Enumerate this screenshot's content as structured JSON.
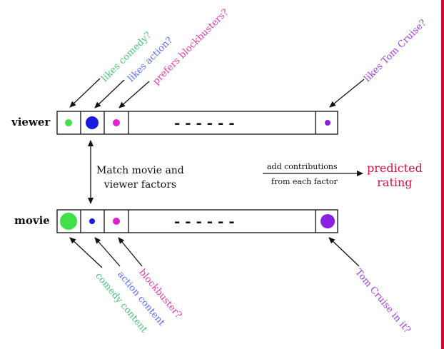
{
  "rows": {
    "viewer_label": "viewer",
    "movie_label": "movie"
  },
  "separator": "- - - - - -",
  "viewer_annotations": [
    {
      "text": "likes comedy?",
      "color": "#4fc07a"
    },
    {
      "text": "likes action?",
      "color": "#5a6cf0"
    },
    {
      "text": "prefers blockbusters?",
      "color": "#e03aa5"
    },
    {
      "text": "likes Tom Cruise?",
      "color": "#9b3fd6"
    }
  ],
  "movie_annotations": [
    {
      "text": "comedy content",
      "color": "#4fc07a"
    },
    {
      "text": "action content",
      "color": "#5a6cf0"
    },
    {
      "text": "blockbuster?",
      "color": "#e03aa5"
    },
    {
      "text": "Tom Cruise in it?",
      "color": "#9b3fd6"
    }
  ],
  "match_text": [
    "Match movie and",
    "viewer factors"
  ],
  "add_text": [
    "add contributions",
    "from each factor"
  ],
  "predicted_text": [
    "predicted",
    "rating"
  ],
  "colors": {
    "green": "#3fe04a",
    "blue": "#1a1ae0",
    "magenta": "#e020d0",
    "purple": "#8a20e0",
    "predicted": "#d01040",
    "edge": "#c8102e"
  }
}
